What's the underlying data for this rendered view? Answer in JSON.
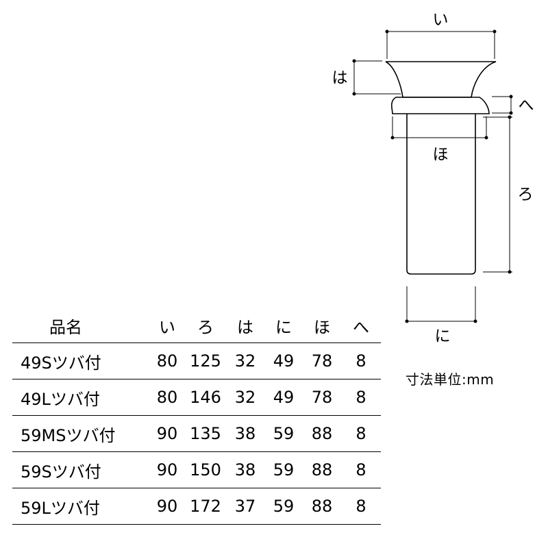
{
  "dimensions": {
    "i": "い",
    "ha": "は",
    "he": "へ",
    "ho": "ほ",
    "ro": "ろ",
    "ni": "に"
  },
  "table": {
    "headers": [
      "品名",
      "い",
      "ろ",
      "は",
      "に",
      "ほ",
      "へ"
    ],
    "rows": [
      [
        "49Sツバ付",
        "80",
        "125",
        "32",
        "49",
        "78",
        "8"
      ],
      [
        "49Lツバ付",
        "80",
        "146",
        "32",
        "49",
        "78",
        "8"
      ],
      [
        "59MSツバ付",
        "90",
        "135",
        "38",
        "59",
        "88",
        "8"
      ],
      [
        "59Sツバ付",
        "90",
        "150",
        "38",
        "59",
        "88",
        "8"
      ],
      [
        "59Lツバ付",
        "90",
        "172",
        "37",
        "59",
        "88",
        "8"
      ]
    ]
  },
  "unit_label": "寸法単位:mm"
}
